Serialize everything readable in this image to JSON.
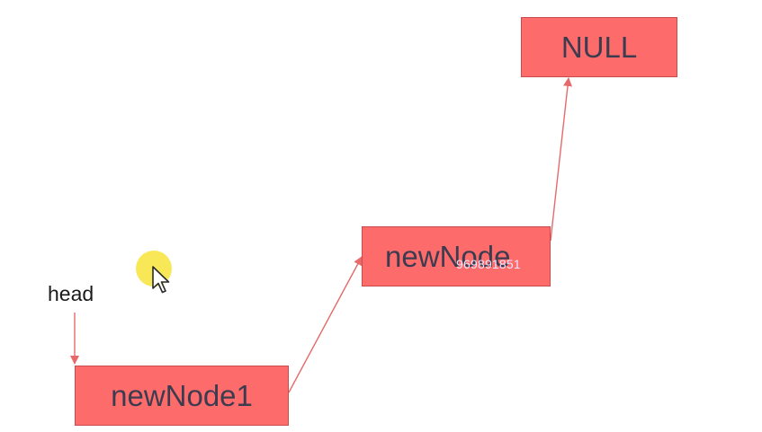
{
  "diagram": {
    "head_label": "head",
    "nodes": [
      {
        "id": "node-1",
        "label": "newNode1"
      },
      {
        "id": "node-2",
        "label": "newNode"
      },
      {
        "id": "node-null",
        "label": "NULL"
      }
    ],
    "watermark": "969891851"
  },
  "colors": {
    "node_fill": "#fe6b6b",
    "arrow": "#e66a6a",
    "cursor_highlight": "#f7e43a"
  },
  "icons": {
    "cursor": "mouse-pointer-icon"
  }
}
